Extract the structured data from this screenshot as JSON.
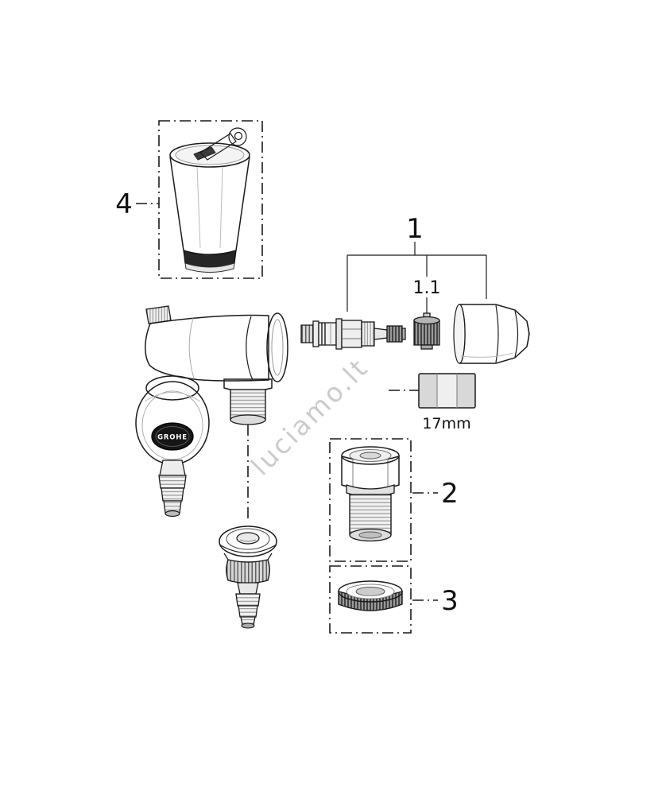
{
  "diagram": {
    "type": "exploded-parts-diagram",
    "colors": {
      "line": "#1a1a1a",
      "dark_band": "#262626",
      "watermark_gray": "#c2c2c2",
      "background": "#ffffff"
    },
    "callouts": {
      "part1": "1",
      "part1_1": "1.1",
      "part2": "2",
      "part3": "3",
      "part4": "4"
    },
    "annotations": {
      "hex_size": "17mm",
      "brand": "GROHE",
      "watermark": "luciamo.lt"
    }
  }
}
